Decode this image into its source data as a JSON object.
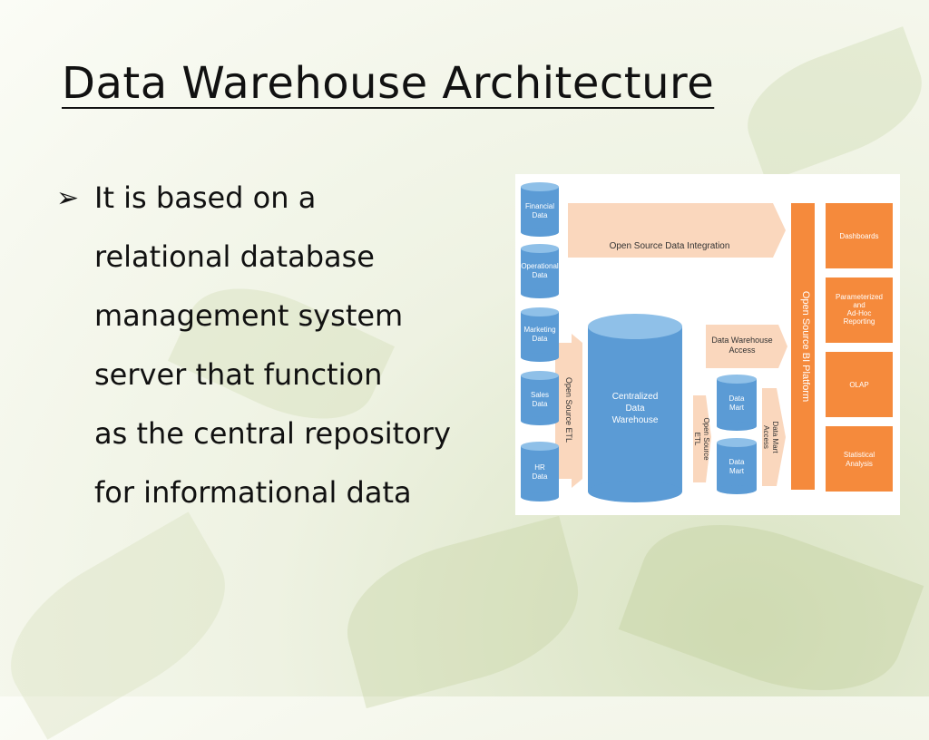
{
  "slide": {
    "title": "Data Warehouse Architecture",
    "bullet_lines": [
      "It is based on a",
      "relational database",
      "management system",
      "server that function",
      "as the central repository",
      "for informational data"
    ]
  },
  "diagram": {
    "sources": [
      [
        "Financial",
        "Data"
      ],
      [
        "Operational",
        "Data"
      ],
      [
        "Marketing",
        "Data"
      ],
      [
        "Sales",
        "Data"
      ],
      [
        "HR",
        "Data"
      ]
    ],
    "integration": "Open Source Data Integration",
    "etl_left": "Open Source ETL",
    "central": [
      "Centralized",
      "Data",
      "Warehouse"
    ],
    "etl_right": [
      "Open Source",
      "ETL"
    ],
    "dw_access": [
      "Data Warehouse",
      "Access"
    ],
    "marts": [
      [
        "Data",
        "Mart"
      ],
      [
        "Data",
        "Mart"
      ]
    ],
    "mart_access": [
      "Data Mart",
      "Access"
    ],
    "platform": "Open Source BI Platform",
    "outputs": [
      [
        "Dashboards"
      ],
      [
        "Parameterized",
        "and",
        "Ad-Hoc",
        "Reporting"
      ],
      [
        "OLAP"
      ],
      [
        "Statistical",
        "Analysis"
      ]
    ],
    "colors": {
      "cylinder": "#5b9bd5",
      "cylinder_top": "#8fc0e8",
      "arrow": "#fad7bd",
      "orange": "#f58a3c",
      "text_dark": "#333333",
      "text_light": "#ffffff"
    }
  }
}
